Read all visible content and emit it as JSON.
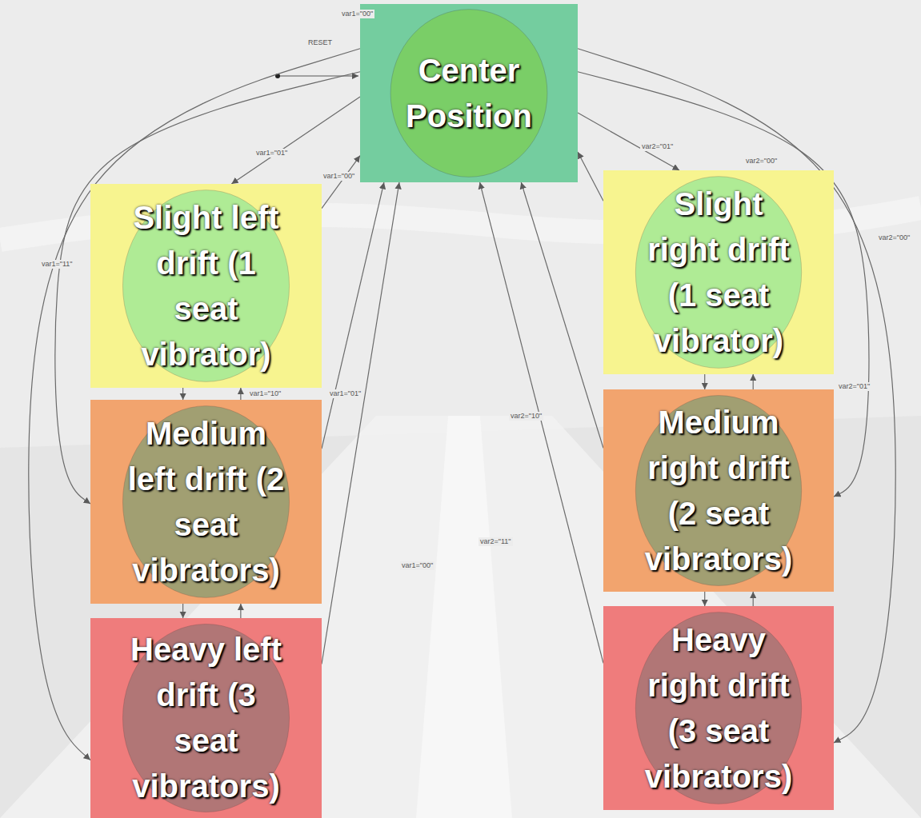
{
  "diagram": {
    "nodes": [
      {
        "text": [
          "Center Position"
        ]
      },
      {
        "text": [
          "Slight left drift (1 seat vibrator)"
        ]
      },
      {
        "text": [
          "Slight right drift (1 seat vibrator)"
        ]
      },
      {
        "text": [
          "Medium left drift (2 seat vibrators)"
        ]
      },
      {
        "text": [
          "Medium right drift (2 seat vibrators)"
        ]
      },
      {
        "text": [
          "Heavy left drift (3 seat vibrators)"
        ]
      },
      {
        "text": [
          "Heavy right drift (3 seat vibrators)"
        ]
      }
    ],
    "edges": [
      {
        "from": 0,
        "to": 1,
        "arrow": "to"
      },
      {
        "from": 1,
        "to": 0,
        "arrow": "to"
      },
      {
        "from": 1,
        "to": 3,
        "arrow": "to"
      },
      {
        "from": 3,
        "to": 1,
        "arrow": "to"
      },
      {
        "from": 3,
        "to": 0,
        "arrow": "to"
      },
      {
        "from": 3,
        "to": 5,
        "arrow": "to"
      },
      {
        "from": 5,
        "to": 3,
        "arrow": "to"
      },
      {
        "from": 5,
        "to": 0,
        "arrow": "to"
      },
      {
        "from": 0,
        "to": 3,
        "arrow": "to"
      },
      {
        "from": 0,
        "to": 5,
        "arrow": "to"
      },
      {
        "from": 0,
        "to": 2,
        "arrow": "to"
      },
      {
        "from": 2,
        "to": 0,
        "arrow": "to"
      },
      {
        "from": 2,
        "to": 4,
        "arrow": "to"
      },
      {
        "from": 4,
        "to": 2,
        "arrow": "to"
      },
      {
        "from": 4,
        "to": 0,
        "arrow": "to"
      },
      {
        "from": 4,
        "to": 6,
        "arrow": "to"
      },
      {
        "from": 6,
        "to": 4,
        "arrow": "to"
      },
      {
        "from": 6,
        "to": 0,
        "arrow": "to"
      },
      {
        "from": 0,
        "to": 4,
        "arrow": "to"
      },
      {
        "from": 0,
        "to": 6,
        "arrow": "to"
      }
    ],
    "labels": [
      "var1=\"00\"",
      "RESET",
      "var1=\"01\"",
      "var1=\"00\"",
      "var2=\"01\"",
      "var2=\"00\"",
      "var1=\"11\"",
      "var2=\"00\"",
      "var2=\"10\"",
      "var2=\"11\"",
      "var1=\"00\"",
      "var1=\"01\"",
      "var2=\"01\"",
      "var1=\"10\""
    ]
  }
}
